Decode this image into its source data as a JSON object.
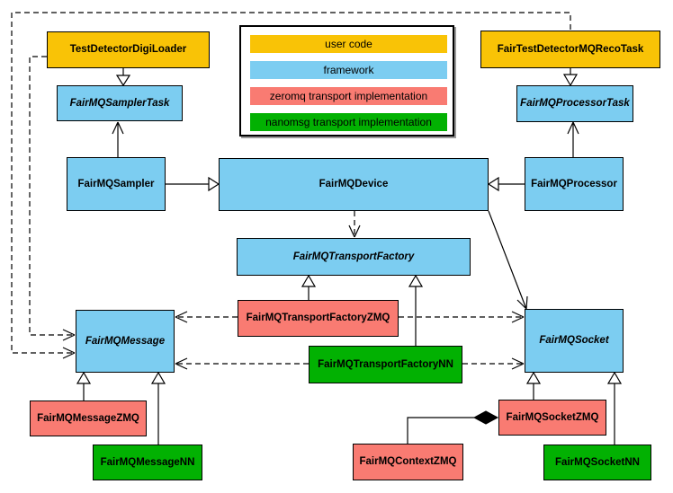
{
  "colors": {
    "user_code": "#F9C306",
    "framework": "#7CCDF1",
    "zeromq_impl": "#F97B72",
    "nanomsg_impl": "#02B102",
    "line": "#000000",
    "canvas": "#FFFFFF"
  },
  "legend": {
    "items": [
      {
        "label": "user code",
        "color": "#F9C306"
      },
      {
        "label": "framework",
        "color": "#7CCDF1"
      },
      {
        "label": "zeromq transport implementation",
        "color": "#F97B72"
      },
      {
        "label": "nanomsg transport implementation",
        "color": "#02B102"
      }
    ]
  },
  "nodes": {
    "digiloader": {
      "label": "TestDetectorDigiLoader",
      "category": "user code",
      "abstract": false
    },
    "recotask": {
      "label": "FairTestDetectorMQRecoTask",
      "category": "user code",
      "abstract": false
    },
    "samplertask": {
      "label": "FairMQSamplerTask",
      "category": "framework",
      "abstract": true
    },
    "processortask": {
      "label": "FairMQProcessorTask",
      "category": "framework",
      "abstract": true
    },
    "sampler": {
      "label": "FairMQSampler",
      "category": "framework",
      "abstract": false
    },
    "device": {
      "label": "FairMQDevice",
      "category": "framework",
      "abstract": false
    },
    "processor": {
      "label": "FairMQProcessor",
      "category": "framework",
      "abstract": false
    },
    "factory": {
      "label": "FairMQTransportFactory",
      "category": "framework",
      "abstract": true
    },
    "factoryzmq": {
      "label": "FairMQTransportFactoryZMQ",
      "category": "zeromq transport implementation",
      "abstract": false
    },
    "factorynn": {
      "label": "FairMQTransportFactoryNN",
      "category": "nanomsg transport implementation",
      "abstract": false
    },
    "message": {
      "label": "FairMQMessage",
      "category": "framework",
      "abstract": true
    },
    "socket": {
      "label": "FairMQSocket",
      "category": "framework",
      "abstract": true
    },
    "messagezmq": {
      "label": "FairMQMessageZMQ",
      "category": "zeromq transport implementation",
      "abstract": false
    },
    "messagenn": {
      "label": "FairMQMessageNN",
      "category": "nanomsg transport implementation",
      "abstract": false
    },
    "contextzmq": {
      "label": "FairMQContextZMQ",
      "category": "zeromq transport implementation",
      "abstract": false
    },
    "socketzmq": {
      "label": "FairMQSocketZMQ",
      "category": "zeromq transport implementation",
      "abstract": false
    },
    "socketnn": {
      "label": "FairMQSocketNN",
      "category": "nanomsg transport implementation",
      "abstract": false
    }
  }
}
